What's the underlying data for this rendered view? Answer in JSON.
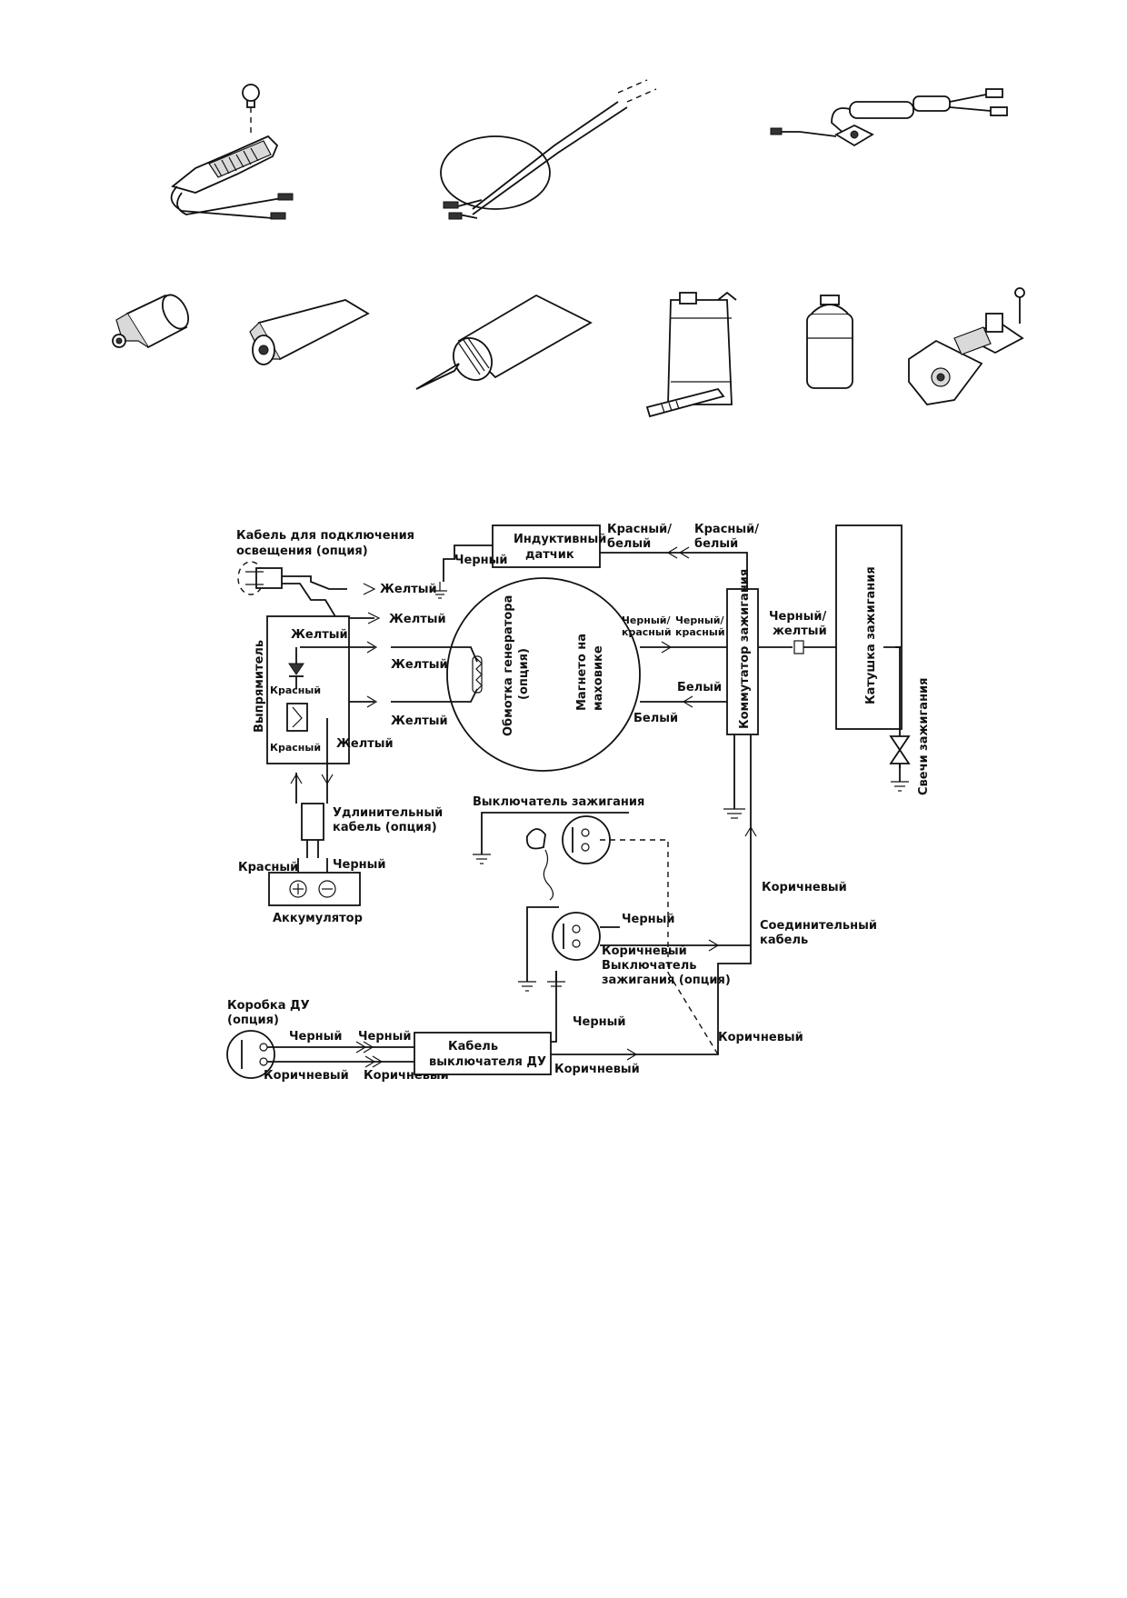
{
  "diagram": {
    "labels": {
      "lighting_cable": [
        "Кабель для подключения",
        "освещения (опция)"
      ],
      "inductive_sensor": [
        "Индуктивный",
        "датчик"
      ],
      "black_sensor": "Черный",
      "red_white_1": [
        "Красный/",
        "белый"
      ],
      "red_white_2": [
        "Красный/",
        "белый"
      ],
      "yellow_1": "Желтый",
      "yellow_2": "Желтый",
      "yellow_3": "Желтый",
      "yellow_4": "Желтый",
      "yellow_5": "Желтый",
      "yellow_6": "Желтый",
      "rectifier": "Выпрямитель",
      "red_in_1": "Красный",
      "red_in_2": "Красный",
      "generator_winding": [
        "Обмотка генератора",
        "(опция)"
      ],
      "flywheel_magneto": [
        "Магнето на",
        "маховике"
      ],
      "black_red_1": [
        "Черный/",
        "красный"
      ],
      "black_red_2": [
        "Черный/",
        "красный"
      ],
      "white_1": "Белый",
      "white_2": "Белый",
      "ignition_commutator": "Коммутатор зажигания",
      "black_yellow": [
        "Черный/",
        "желтый"
      ],
      "ignition_coil": "Катушка зажигания",
      "spark_plugs": "Свечи зажигания",
      "extension_cable": [
        "Удлинительный",
        "кабель (опция)"
      ],
      "red_battery": "Красный",
      "black_battery": "Черный",
      "battery": "Аккумулятор",
      "ignition_switch": "Выключатель зажигания",
      "brown_1": "Коричневый",
      "connecting_cable": [
        "Соединительный",
        "кабель"
      ],
      "black_sw2": "Черный",
      "brown_sw2": "Коричневый",
      "ignition_switch_opt": [
        "Выключатель",
        "зажигания (опция)"
      ],
      "remote_box": [
        "Коробка ДУ",
        "(опция)"
      ],
      "black_r1": "Черный",
      "black_r2": "Черный",
      "black_r3": "Черный",
      "brown_r1": "Коричневый",
      "brown_r2": "Коричневый",
      "brown_r3": "Коричневый",
      "brown_r4": "Коричневый",
      "remote_switch_cable": [
        "Кабель",
        "выключателя ДУ"
      ]
    }
  }
}
